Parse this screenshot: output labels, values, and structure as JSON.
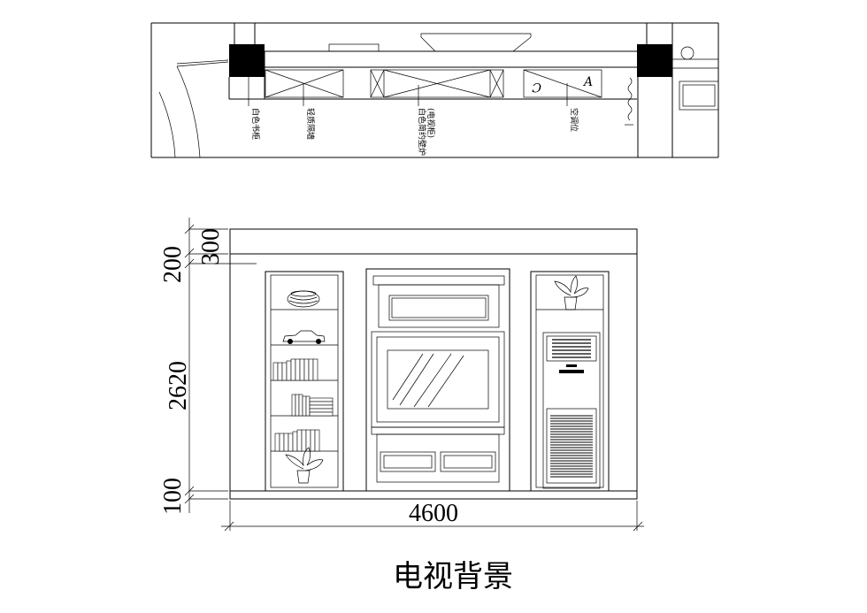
{
  "plan": {
    "labels": {
      "bookcase": "白色书柜",
      "partition": "轻质隔墙",
      "fireplace_line1": "白色简约壁炉",
      "fireplace_line2": "(电视柜)",
      "ac_position": "空调位"
    },
    "marks": {
      "c": "C",
      "a": "A"
    }
  },
  "elevation": {
    "dimensions": {
      "top_300": "300",
      "top_200": "200",
      "middle_2620": "2620",
      "bottom_100": "100",
      "width_4600": "4600"
    }
  },
  "title": "电视背景"
}
